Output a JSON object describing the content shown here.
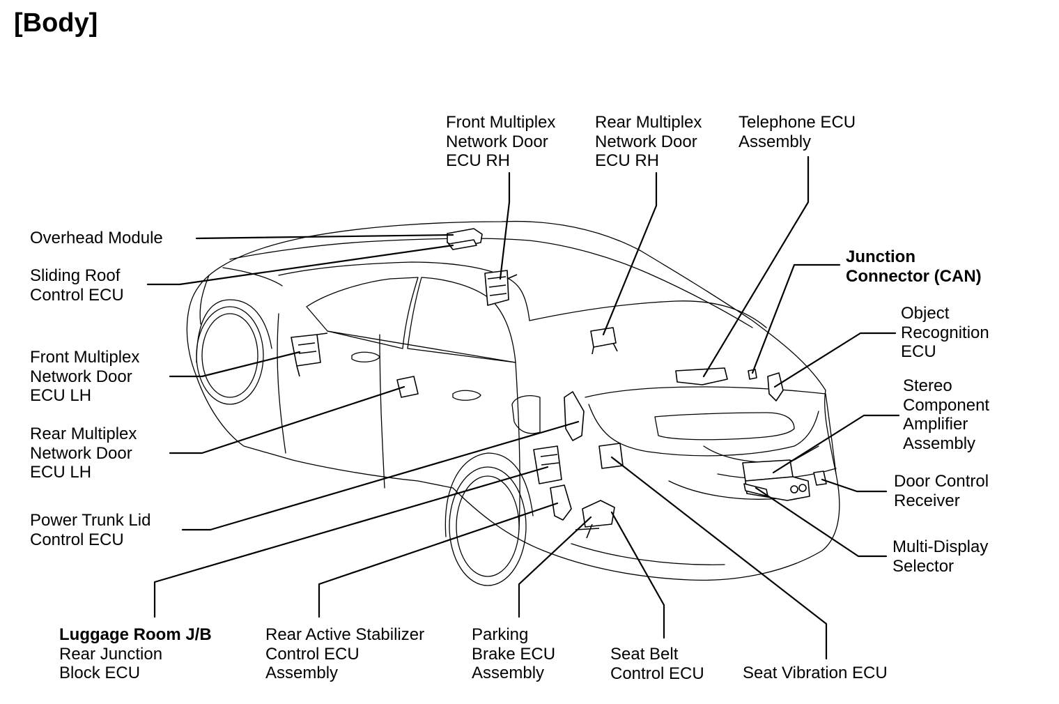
{
  "title": "[Body]",
  "labels": {
    "front_mpx_rh": [
      "Front Multiplex",
      "Network Door",
      "ECU RH"
    ],
    "rear_mpx_rh": [
      "Rear Multiplex",
      "Network Door",
      "ECU RH"
    ],
    "telephone": [
      "Telephone ECU",
      "Assembly"
    ],
    "overhead": [
      "Overhead Module"
    ],
    "sliding_roof": [
      "Sliding Roof",
      "Control ECU"
    ],
    "junction_can": [
      "Junction",
      "Connector (CAN)"
    ],
    "object_recog": [
      "Object",
      "Recognition",
      "ECU"
    ],
    "front_mpx_lh": [
      "Front Multiplex",
      "Network Door",
      "ECU LH"
    ],
    "stereo": [
      "Stereo",
      "Component",
      "Amplifier",
      "Assembly"
    ],
    "rear_mpx_lh": [
      "Rear Multiplex",
      "Network Door",
      "ECU LH"
    ],
    "door_ctrl_rx": [
      "Door Control",
      "Receiver"
    ],
    "power_trunk": [
      "Power Trunk Lid",
      "Control ECU"
    ],
    "multi_display": [
      "Multi-Display",
      "Selector"
    ],
    "luggage_jb": [
      "Luggage Room J/B",
      "Rear Junction",
      "Block ECU"
    ],
    "rear_stabilizer": [
      "Rear Active Stabilizer",
      "Control ECU",
      "Assembly"
    ],
    "parking_brake": [
      "Parking",
      "Brake ECU",
      "Assembly"
    ],
    "seat_belt": [
      "Seat Belt",
      "Control ECU"
    ],
    "seat_vibration": [
      "Seat Vibration ECU"
    ]
  }
}
